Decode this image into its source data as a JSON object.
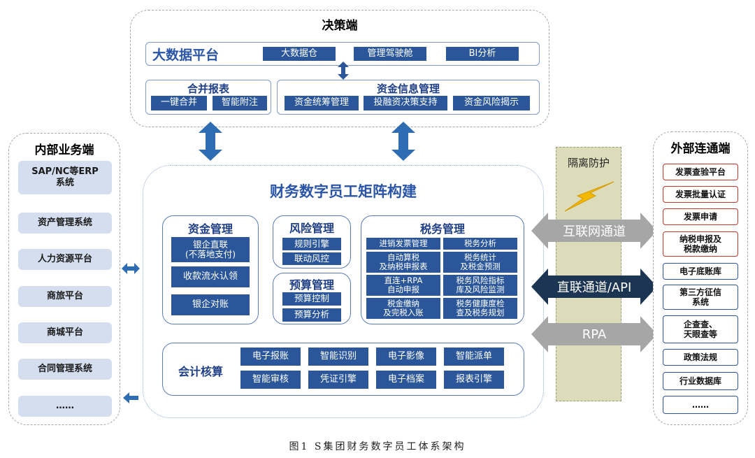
{
  "decision": {
    "title": "决策端",
    "bigdata": {
      "title": "大数据平台",
      "items": [
        "大数据仓",
        "管理驾驶舱",
        "BI分析"
      ]
    },
    "merge": {
      "title": "合并报表",
      "items": [
        "一键合并",
        "智能附注"
      ]
    },
    "fund_info": {
      "title": "资金信息管理",
      "items": [
        "资金统筹管理",
        "投融资决策支持",
        "资金风险揭示"
      ]
    }
  },
  "internal": {
    "title": "内部业务端",
    "items": [
      "SAP/NC等ERP\n系统",
      "资产管理系统",
      "人力资源平台",
      "商旅平台",
      "商城平台",
      "合同管理系统",
      "……"
    ]
  },
  "center": {
    "title": "财务数字员工矩阵构建",
    "fund_mgmt": {
      "title": "资金管理",
      "items": [
        "银企直联\n(不落地支付)",
        "收款流水认领",
        "银企对账"
      ]
    },
    "risk_mgmt": {
      "title": "风险管理",
      "items": [
        "规则引擎",
        "联动风控"
      ]
    },
    "budget_mgmt": {
      "title": "预算管理",
      "items": [
        "预算控制",
        "预算分析"
      ]
    },
    "tax_mgmt": {
      "title": "税务管理",
      "items": [
        "进销发票管理",
        "税务分析",
        "自动算税\n及纳税申报表",
        "税务统计\n及税金预测",
        "直连+RPA\n自动申报",
        "税务风险指标\n库及风险监测",
        "税金缴纳\n及完税入账",
        "税务健康度检\n查及税务规划"
      ]
    },
    "accounting": {
      "title": "会计核算",
      "items": [
        "电子报账",
        "智能识别",
        "电子影像",
        "智能派单",
        "智能审核",
        "凭证引擎",
        "电子档案",
        "报表引擎"
      ]
    }
  },
  "isolation": {
    "title": "隔离防护",
    "channels": [
      "互联网通道",
      "直联通道/API",
      "RPA"
    ]
  },
  "external": {
    "title": "外部连通端",
    "items": [
      "发票查验平台",
      "发票批量认证",
      "发票申请",
      "纳税申报及\n税款缴纳",
      "电子底账库",
      "第三方征信\n系统",
      "企查查、\n天眼查等",
      "政策法规",
      "行业数据库",
      "……"
    ]
  },
  "caption": "图1  S集团财务数字员工体系架构",
  "colors": {
    "primary_blue": "#2b579a",
    "title_blue": "#2a55a7",
    "light_pill": "#d5deef",
    "isolation_bg": "#dcdcba",
    "external_red": "#c0392b",
    "lightning": "#f5b800"
  }
}
